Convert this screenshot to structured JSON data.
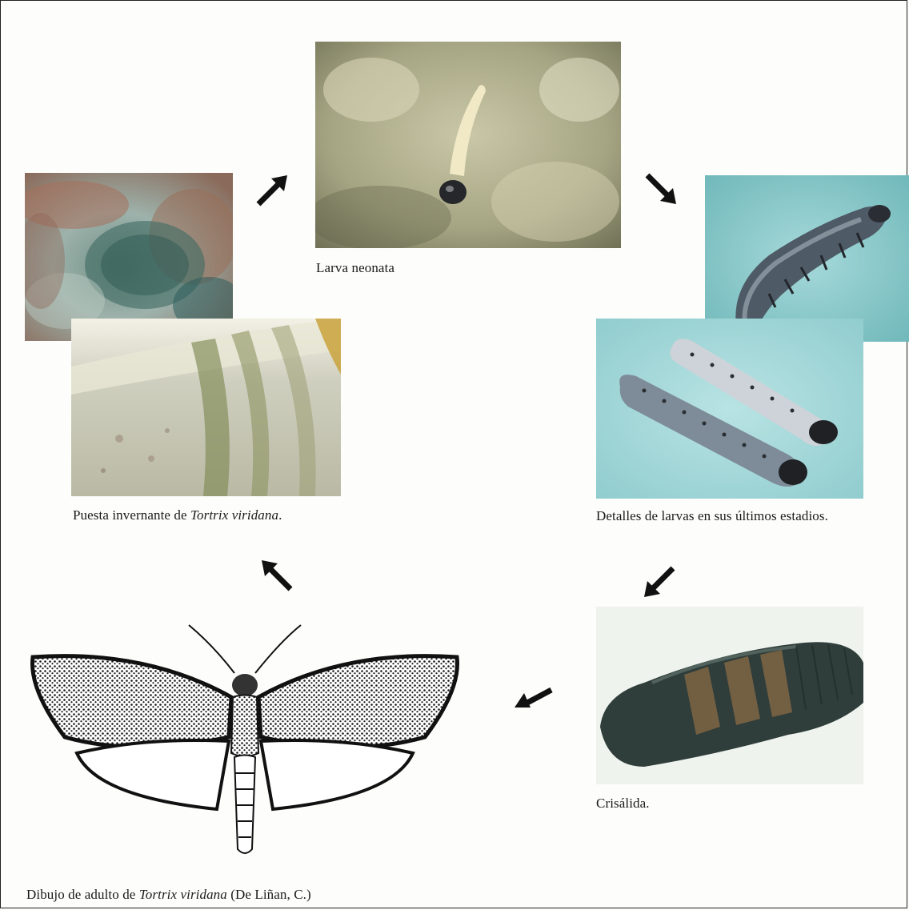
{
  "captions": {
    "larva_neonata": "Larva neonata",
    "puesta_prefix": "Puesta invernante de ",
    "puesta_species": "Tortrix viridana",
    "puesta_suffix": ".",
    "detalles": "Detalles de larvas en sus últimos estadios.",
    "crisalida": "Crisálida.",
    "dibujo_prefix": "Dibujo de adulto de ",
    "dibujo_species": "Tortrix viridana",
    "dibujo_suffix": " (De Liñan, C.)"
  },
  "photos": [
    {
      "id": "egg-mass-closeup",
      "subject": "egg mass on bark, close-up"
    },
    {
      "id": "egg-mass-branch",
      "subject": "egg mass on branch"
    },
    {
      "id": "neonate-larva",
      "subject": "neonate larva on bark"
    },
    {
      "id": "late-larva-single",
      "subject": "late-instar larva"
    },
    {
      "id": "late-larvae-pair",
      "subject": "two late-instar larvae"
    },
    {
      "id": "pupa",
      "subject": "pupa (chrysalis)"
    },
    {
      "id": "adult-drawing",
      "subject": "adult moth drawing"
    }
  ],
  "cycle_order": [
    "puesta",
    "larva-neonata",
    "larvas-ultimos-estadios",
    "crisalida",
    "adulto"
  ],
  "colors": {
    "arrow": "#111111",
    "larva_bg": "#8fc8c8",
    "bark": "#a9a882"
  }
}
